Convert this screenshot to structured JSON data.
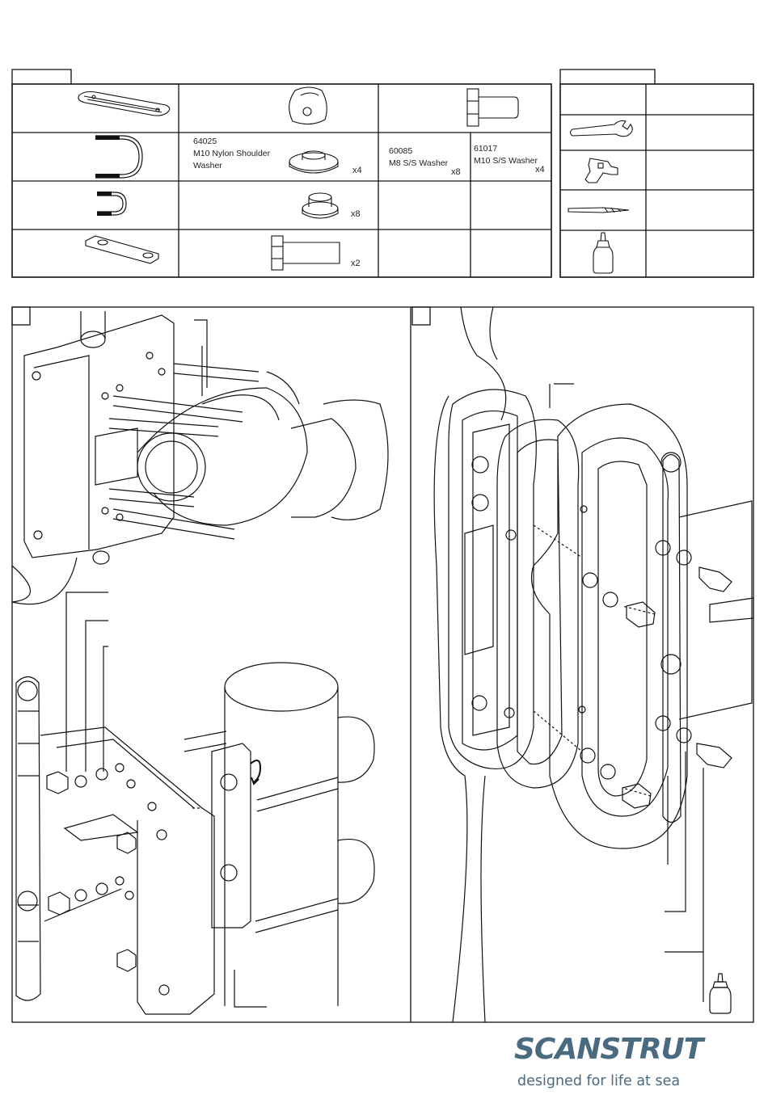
{
  "parts_table": {
    "rows": [
      {
        "washer_a": {
          "code": "64025",
          "name_line1": "M10 Nylon Shoulder",
          "name_line2": "Washer",
          "qty": "x4"
        },
        "washer_b": {
          "code": "60085",
          "name": "M8 S/S Washer",
          "qty": "x8"
        },
        "washer_c": {
          "code": "61017",
          "name": "M10 S/S Washer",
          "qty": "x4"
        }
      },
      {
        "spacer_qty": "x8"
      },
      {
        "bolt_qty": "x2"
      }
    ]
  },
  "tools_table": {
    "items": [
      "spanner-icon",
      "drill-icon",
      "drill-bit-icon",
      "threadlock-bottle-icon"
    ]
  },
  "brand": {
    "logo_text": "SCANSTRUT",
    "tagline": "designed for life at sea",
    "color": "#4a6a80"
  }
}
